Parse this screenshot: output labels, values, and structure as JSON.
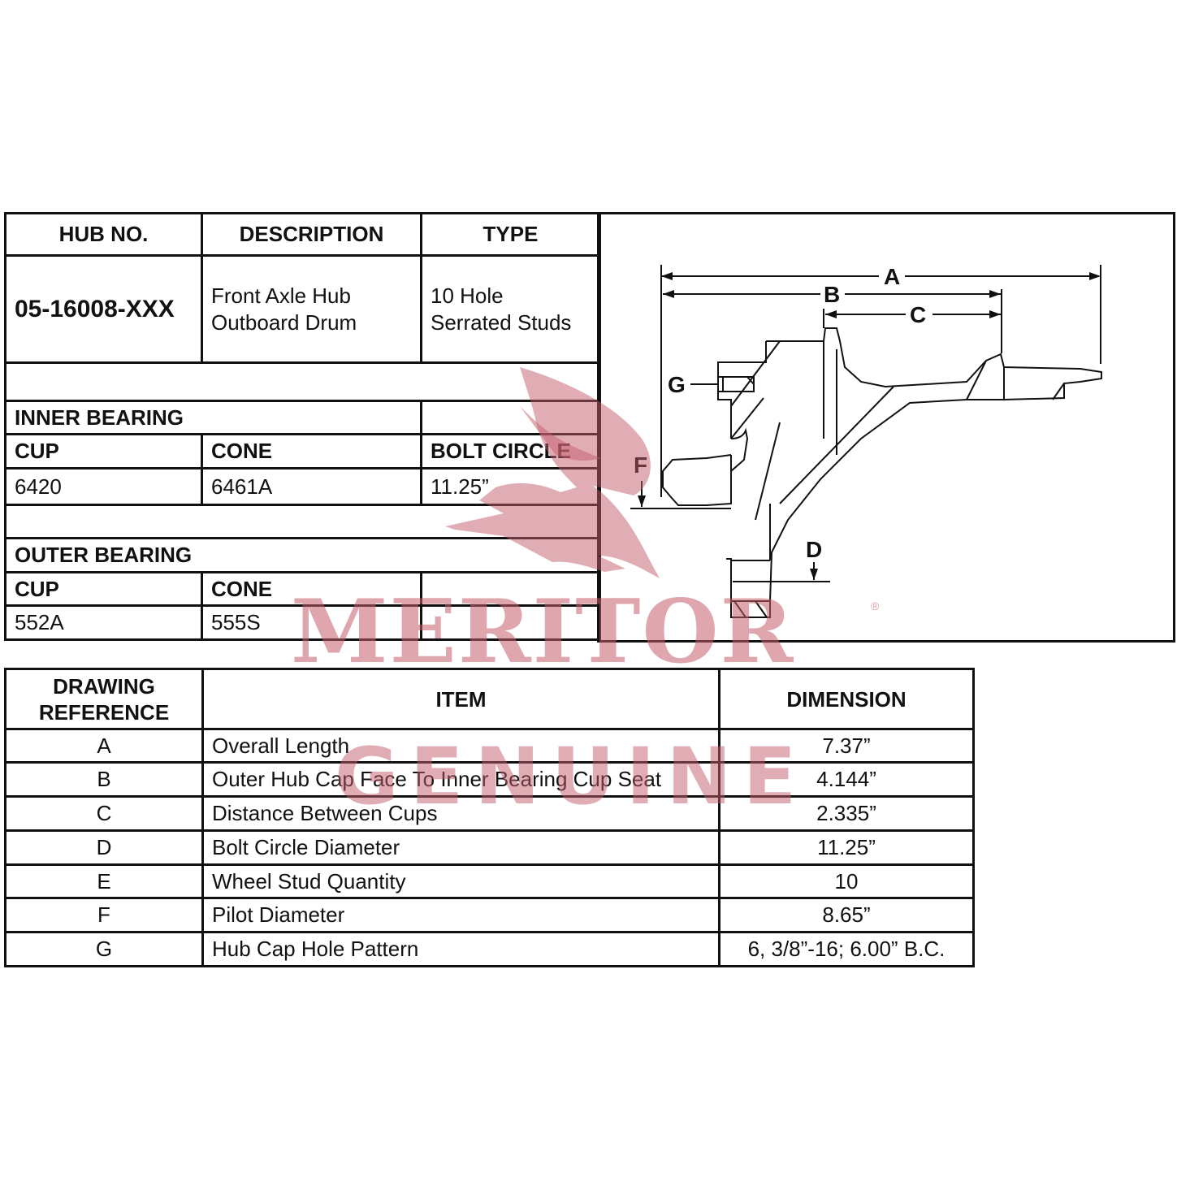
{
  "hub_table": {
    "headers": {
      "hub_no": "HUB NO.",
      "description": "DESCRIPTION",
      "type": "TYPE"
    },
    "hub_no": "05-16008-XXX",
    "description_line1": "Front Axle Hub",
    "description_line2": "Outboard Drum",
    "type_line1": "10 Hole",
    "type_line2": "Serrated Studs"
  },
  "inner_bearing": {
    "title": "INNER BEARING",
    "cup_label": "CUP",
    "cone_label": "CONE",
    "bolt_circle_label": "BOLT CIRCLE",
    "cup": "6420",
    "cone": "6461A",
    "bolt_circle": "11.25”"
  },
  "outer_bearing": {
    "title": "OUTER BEARING",
    "cup_label": "CUP",
    "cone_label": "CONE",
    "cup": "552A",
    "cone": "555S"
  },
  "drawing_labels": {
    "a": "A",
    "b": "B",
    "c": "C",
    "d": "D",
    "f": "F",
    "g": "G"
  },
  "dimensions_table": {
    "header_ref_line1": "DRAWING",
    "header_ref_line2": "REFERENCE",
    "header_item": "ITEM",
    "header_dimension": "DIMENSION",
    "rows": [
      {
        "ref": "A",
        "item": "Overall Length",
        "dimension": "7.37”"
      },
      {
        "ref": "B",
        "item": "Outer Hub Cap Face To Inner Bearing Cup Seat",
        "dimension": "4.144”"
      },
      {
        "ref": "C",
        "item": "Distance Between Cups",
        "dimension": "2.335”"
      },
      {
        "ref": "D",
        "item": "Bolt Circle Diameter",
        "dimension": "11.25”"
      },
      {
        "ref": "E",
        "item": "Wheel Stud Quantity",
        "dimension": "10"
      },
      {
        "ref": "F",
        "item": "Pilot Diameter",
        "dimension": "8.65”"
      },
      {
        "ref": "G",
        "item": "Hub Cap Hole Pattern",
        "dimension": "6, 3/8”-16; 6.00” B.C."
      }
    ]
  },
  "watermark": {
    "brand": "MERITOR",
    "sub": "GENUINE",
    "reg": "®",
    "color": "#c45c6c"
  }
}
